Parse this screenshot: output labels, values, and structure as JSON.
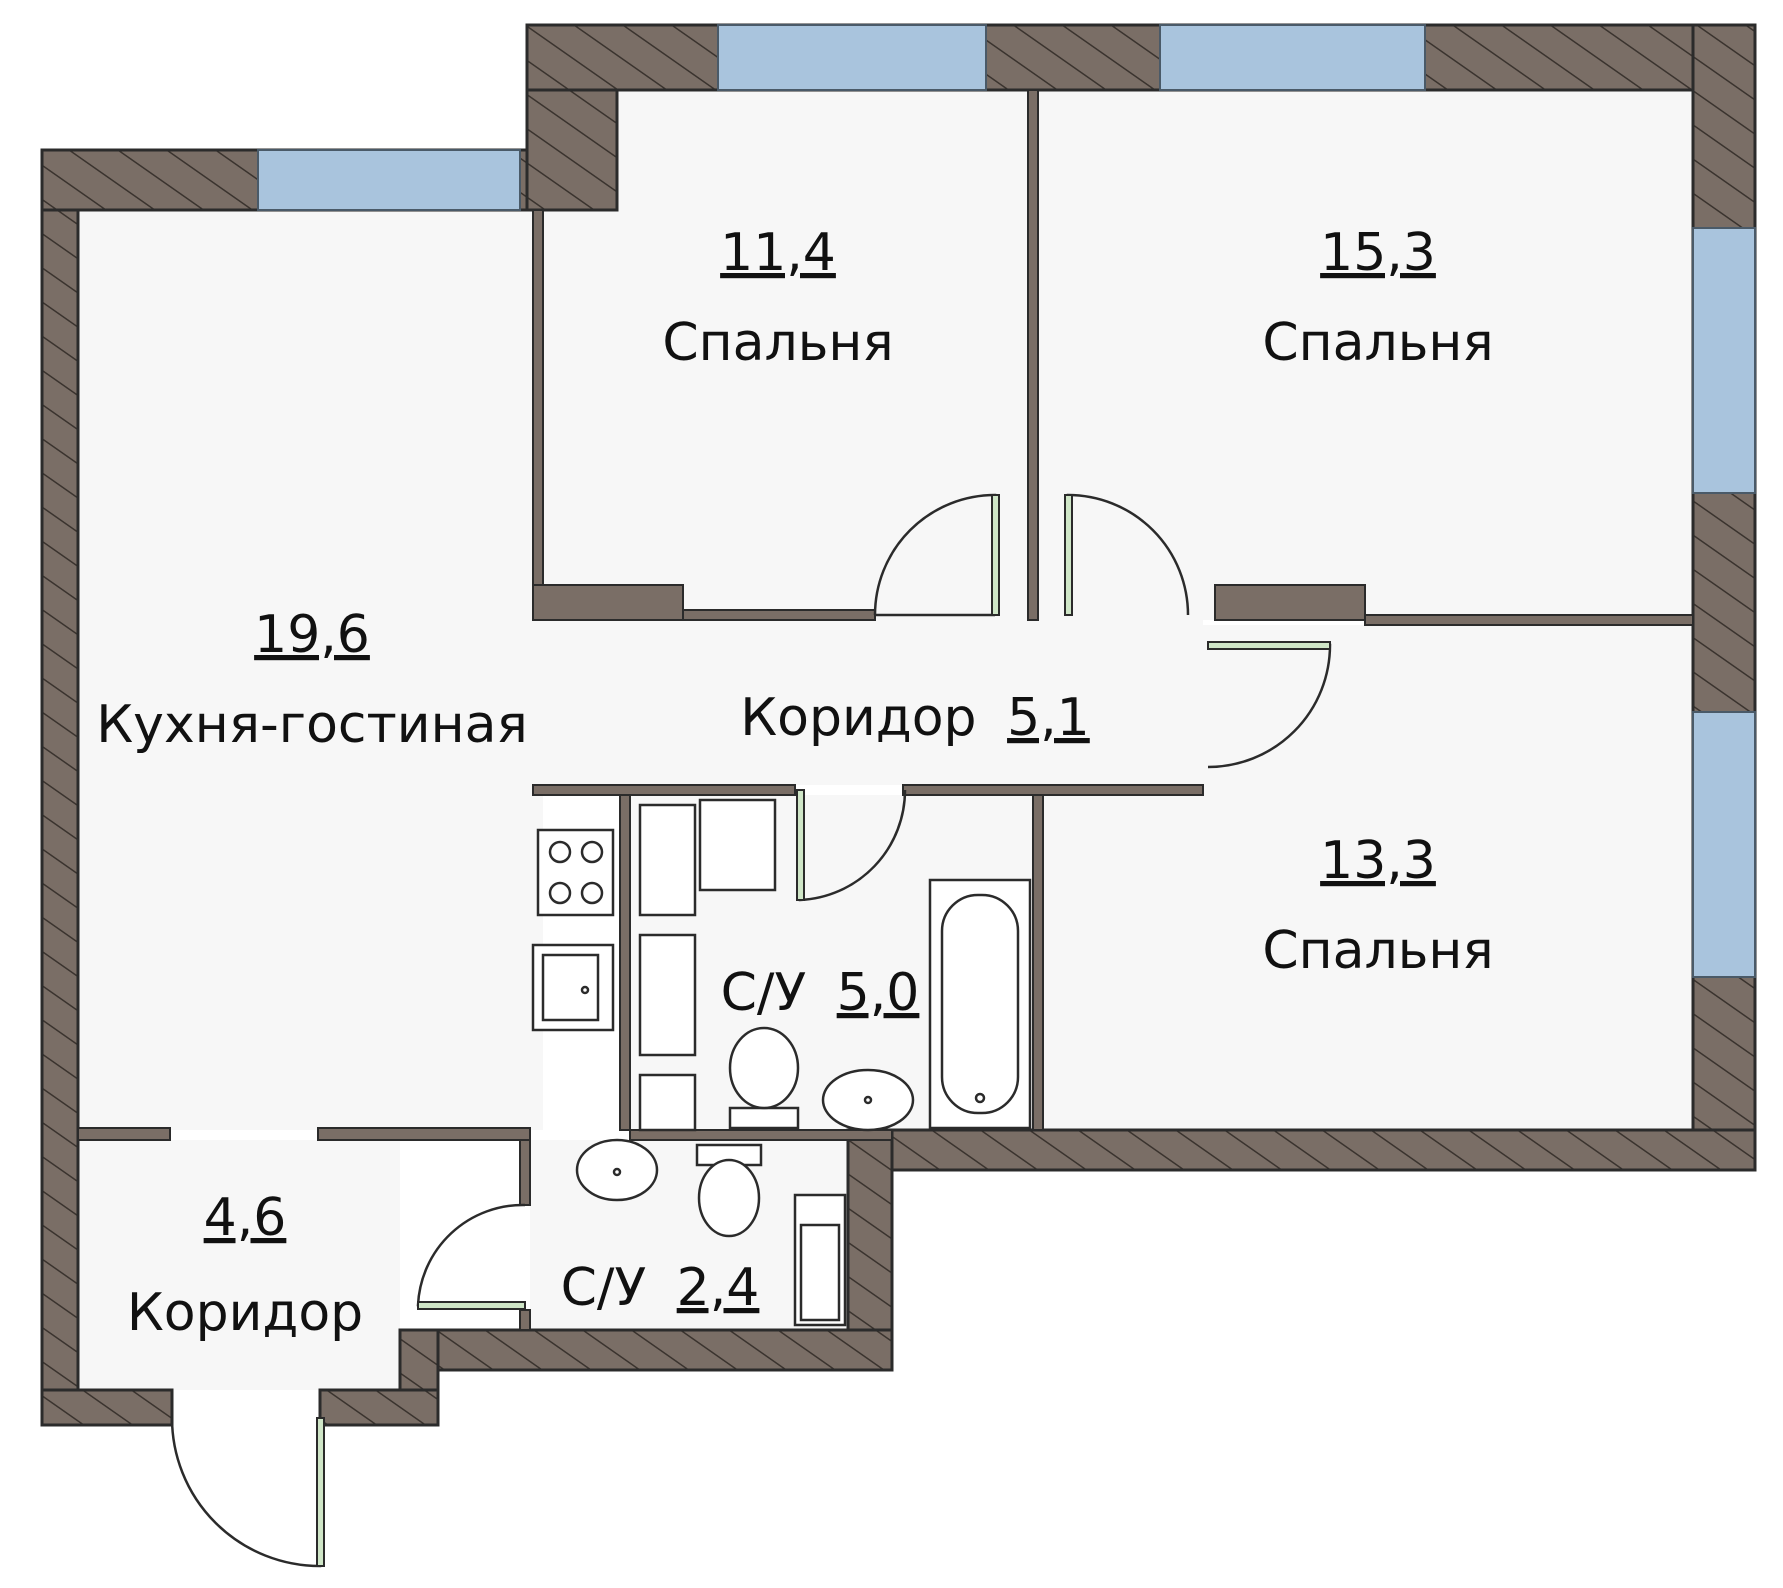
{
  "rooms": {
    "bedroom_1": {
      "area": "11,4",
      "name": "Спальня"
    },
    "bedroom_2": {
      "area": "15,3",
      "name": "Спальня"
    },
    "bedroom_3": {
      "area": "13,3",
      "name": "Спальня"
    },
    "kitchen_living": {
      "area": "19,6",
      "name": "Кухня-гостиная"
    },
    "corridor_main": {
      "name": "Коридор",
      "area": "5,1"
    },
    "bathroom_1": {
      "name": "С/У",
      "area": "5,0"
    },
    "bathroom_2": {
      "name": "С/У",
      "area": "2,4"
    },
    "corridor_entry": {
      "area": "4,6",
      "name": "Коридор"
    }
  },
  "colors": {
    "wall": "#7a6e66",
    "window": "#a9c4dd",
    "door_leaf": "#cfe6c7",
    "floor": "#f7f7f7"
  }
}
